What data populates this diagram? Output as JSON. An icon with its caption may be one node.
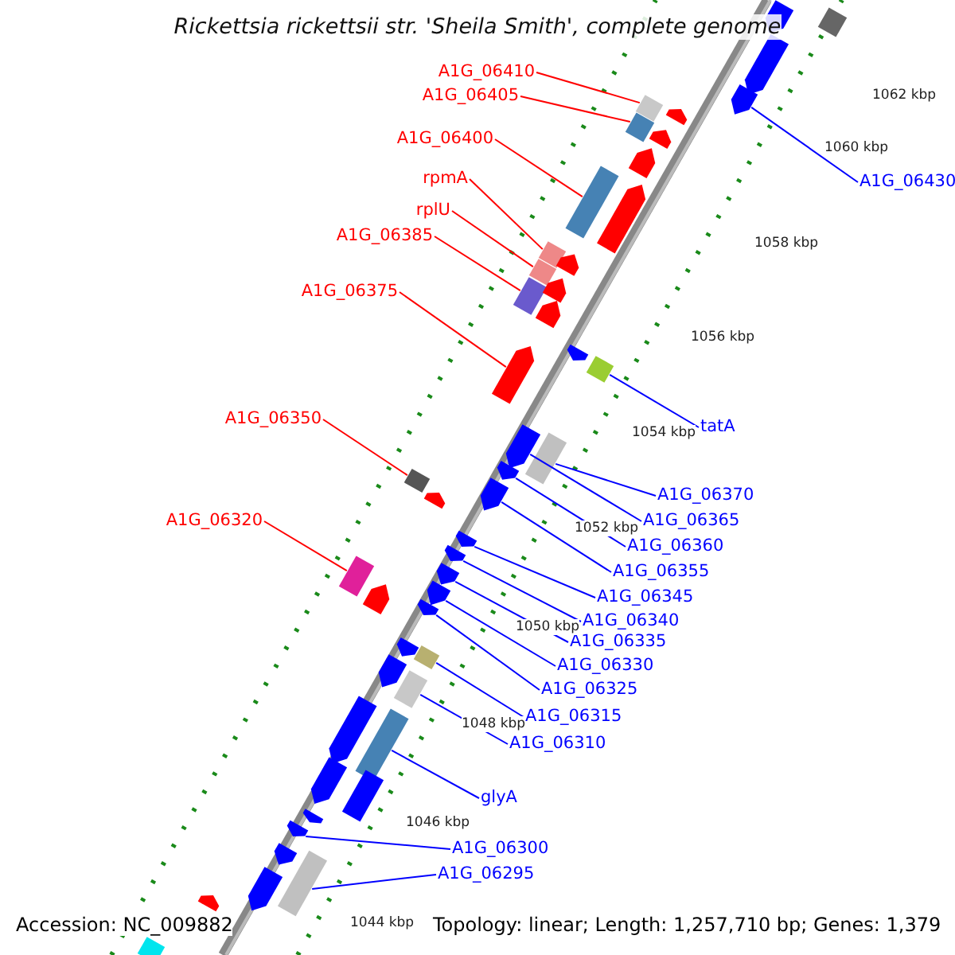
{
  "diagram": {
    "title": "Rickettsia rickettsii str. 'Sheila Smith', complete genome",
    "nodes": [
      {
        "text": [
          "A1G_06410"
        ]
      },
      {
        "text": [
          "A1G_06405"
        ]
      },
      {
        "text": [
          "A1G_06400"
        ]
      },
      {
        "text": [
          "rpmA"
        ]
      },
      {
        "text": [
          "rplU"
        ]
      },
      {
        "text": [
          "A1G_06385"
        ]
      },
      {
        "text": [
          "A1G_06375"
        ]
      },
      {
        "text": [
          "A1G_06350"
        ]
      },
      {
        "text": [
          "A1G_06320"
        ]
      },
      {
        "text": [
          "A1G_06430"
        ]
      },
      {
        "text": [
          "tatA"
        ]
      },
      {
        "text": [
          "A1G_06370"
        ]
      },
      {
        "text": [
          "A1G_06365"
        ]
      },
      {
        "text": [
          "A1G_06360"
        ]
      },
      {
        "text": [
          "A1G_06355"
        ]
      },
      {
        "text": [
          "A1G_06345"
        ]
      },
      {
        "text": [
          "A1G_06340"
        ]
      },
      {
        "text": [
          "A1G_06335"
        ]
      },
      {
        "text": [
          "A1G_06330"
        ]
      },
      {
        "text": [
          "A1G_06325"
        ]
      },
      {
        "text": [
          "A1G_06315"
        ]
      },
      {
        "text": [
          "A1G_06310"
        ]
      },
      {
        "text": [
          "glyA"
        ]
      },
      {
        "text": [
          "A1G_06300"
        ]
      },
      {
        "text": [
          "A1G_06295"
        ]
      },
      {
        "text": [],
        "shape": "bar"
      },
      {
        "text": [],
        "shape": "bar"
      },
      {
        "text": [],
        "shape": "bar"
      },
      {
        "text": [],
        "shape": "bar"
      },
      {
        "text": [],
        "shape": "bar"
      },
      {
        "text": [],
        "shape": "bar"
      },
      {
        "text": [],
        "shape": "bar"
      },
      {
        "text": [],
        "shape": "bar"
      },
      {
        "text": [],
        "shape": "bar"
      },
      {
        "text": [],
        "shape": "bar"
      },
      {
        "text": [],
        "shape": "bar"
      },
      {
        "text": [],
        "shape": "bar"
      },
      {
        "text": [],
        "shape": "bar"
      },
      {
        "text": [],
        "shape": "bar"
      },
      {
        "text": [],
        "shape": "bar"
      },
      {
        "text": [],
        "shape": "bar"
      },
      {
        "text": [],
        "shape": "bar"
      },
      {
        "text": [],
        "shape": "bar"
      },
      {
        "text": [],
        "shape": "bar"
      },
      {
        "text": [],
        "shape": "bar"
      },
      {
        "text": [],
        "shape": "bar"
      },
      {
        "text": [],
        "shape": "bar"
      },
      {
        "text": [],
        "shape": "bar"
      },
      {
        "text": [],
        "shape": "bar"
      },
      {
        "text": [],
        "shape": "bar"
      },
      {
        "text": [],
        "shape": "bar"
      },
      {
        "text": [],
        "shape": "bar"
      },
      {
        "text": [],
        "shape": "bar"
      },
      {
        "text": [],
        "shape": "bar"
      },
      {
        "text": [],
        "shape": "bar"
      },
      {
        "text": [],
        "shape": "bar"
      },
      {
        "text": [],
        "shape": "bar"
      },
      {
        "text": [],
        "shape": "bar"
      },
      {
        "text": [],
        "shape": "bar"
      },
      {
        "text": [],
        "shape": "bar"
      },
      {
        "text": [],
        "shape": "bar"
      },
      {
        "text": [],
        "shape": "bar"
      },
      {
        "text": [],
        "shape": "bar"
      },
      {
        "text": [],
        "shape": "bar"
      },
      {
        "text": [],
        "shape": "bar"
      },
      {
        "text": [],
        "shape": "bar"
      },
      {
        "text": [],
        "shape": "bar"
      },
      {
        "text": [],
        "shape": "bar"
      },
      {
        "text": [],
        "shape": "bar"
      },
      {
        "text": [],
        "shape": "bar"
      },
      {
        "text": [],
        "shape": "bar"
      },
      {
        "text": [],
        "shape": "bar"
      },
      {
        "text": [],
        "shape": "bar"
      }
    ],
    "edges": [
      {
        "from": 0,
        "to": 25,
        "arrow": "none",
        "color": "#ff0000"
      },
      {
        "from": 1,
        "to": 26,
        "arrow": "none",
        "color": "#ff0000"
      },
      {
        "from": 2,
        "to": 27,
        "arrow": "none",
        "color": "#ff0000"
      },
      {
        "from": 3,
        "to": 28,
        "arrow": "none",
        "color": "#ff0000"
      },
      {
        "from": 4,
        "to": 29,
        "arrow": "none",
        "color": "#ff0000"
      },
      {
        "from": 5,
        "to": 30,
        "arrow": "none",
        "color": "#ff0000"
      },
      {
        "from": 6,
        "to": 31,
        "arrow": "none",
        "color": "#ff0000"
      },
      {
        "from": 7,
        "to": 32,
        "arrow": "none",
        "color": "#ff0000"
      },
      {
        "from": 8,
        "to": 33,
        "arrow": "none",
        "color": "#ff0000"
      },
      {
        "from": 9,
        "to": 34,
        "arrow": "none"
      },
      {
        "from": 10,
        "to": 35,
        "arrow": "none"
      },
      {
        "from": 11,
        "to": 36,
        "arrow": "none"
      },
      {
        "from": 12,
        "to": 37,
        "arrow": "none"
      },
      {
        "from": 13,
        "to": 38,
        "arrow": "none"
      },
      {
        "from": 14,
        "to": 39,
        "arrow": "none"
      },
      {
        "from": 15,
        "to": 40,
        "arrow": "none"
      },
      {
        "from": 16,
        "to": 41,
        "arrow": "none"
      },
      {
        "from": 17,
        "to": 42,
        "arrow": "none"
      },
      {
        "from": 18,
        "to": 43,
        "arrow": "none"
      },
      {
        "from": 19,
        "to": 44,
        "arrow": "none"
      },
      {
        "from": 20,
        "to": 45,
        "arrow": "none"
      },
      {
        "from": 21,
        "to": 46,
        "arrow": "none"
      },
      {
        "from": 22,
        "to": 47,
        "arrow": "none"
      },
      {
        "from": 23,
        "to": 48,
        "arrow": "none"
      },
      {
        "from": 24,
        "to": 49,
        "arrow": "none"
      }
    ],
    "labels": [
      "1062 kbp",
      "1060 kbp",
      "1058 kbp",
      "1056 kbp",
      "1054 kbp",
      "1052 kbp",
      "1050 kbp",
      "1048 kbp",
      "1046 kbp",
      "1044 kbp",
      "Accession: NC_009882",
      "Topology: linear; Length: 1,257,710 bp; Genes: 1,379"
    ]
  }
}
